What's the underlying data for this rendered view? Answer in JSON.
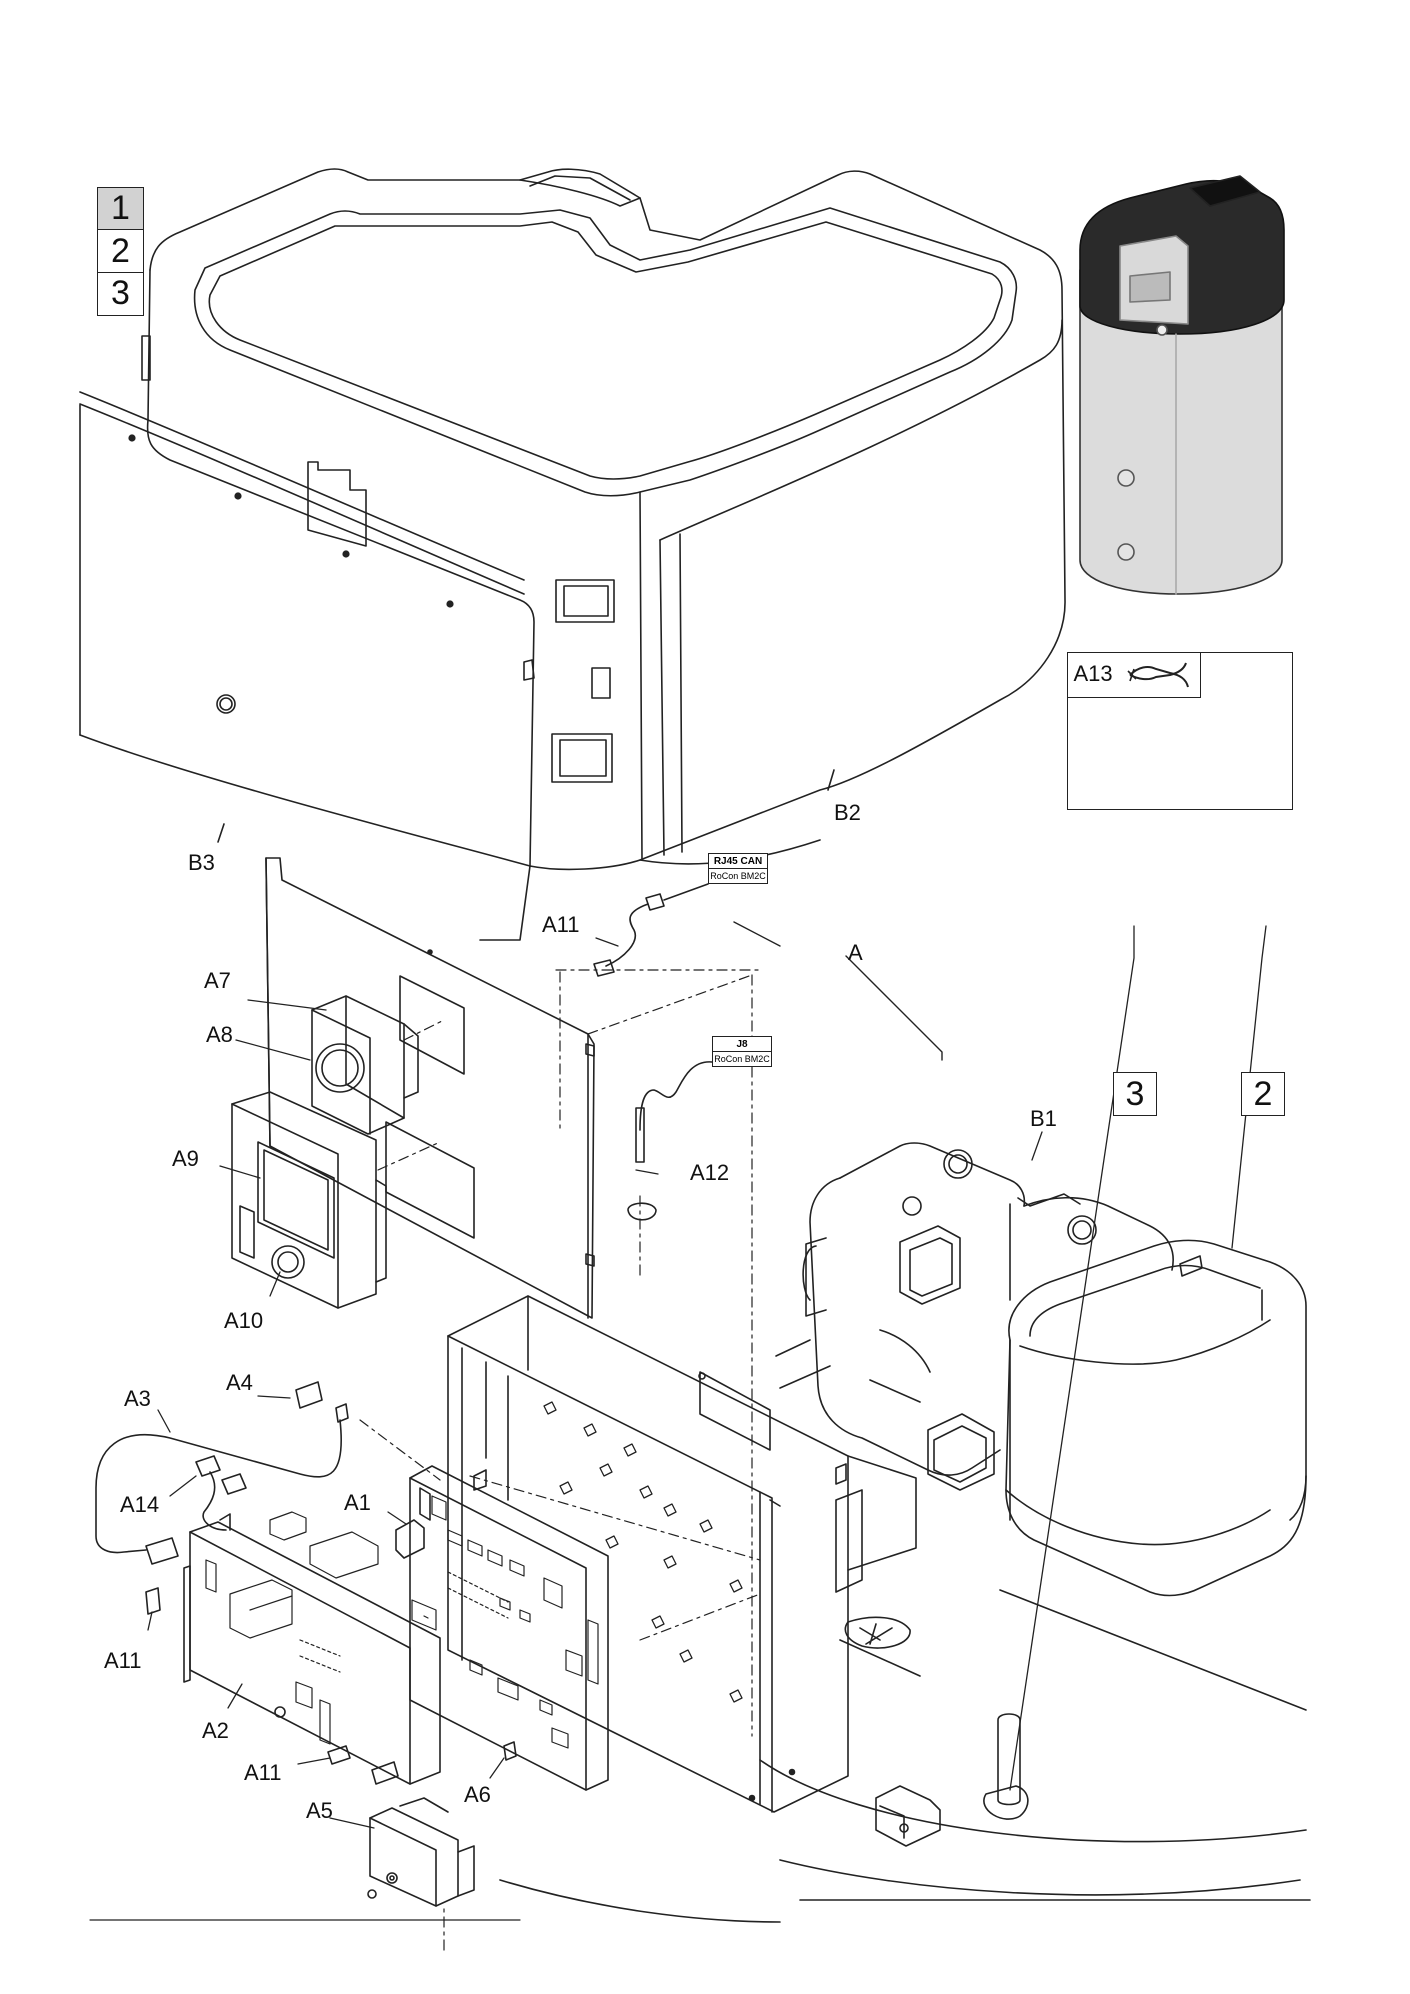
{
  "tabs": [
    "1",
    "2",
    "3"
  ],
  "active_tab": "1",
  "callout_boxes": {
    "box_3": "3",
    "box_2": "2"
  },
  "labels": {
    "B1": "B1",
    "B2": "B2",
    "B3": "B3",
    "A": "A",
    "A1": "A1",
    "A2": "A2",
    "A3": "A3",
    "A4": "A4",
    "A5": "A5",
    "A6": "A6",
    "A7": "A7",
    "A8": "A8",
    "A9": "A9",
    "A10": "A10",
    "A11_top": "A11",
    "A11_left": "A11",
    "A11_bottom": "A11",
    "A12": "A12",
    "A14": "A14"
  },
  "connector_tags": {
    "rj45": {
      "title": "RJ45 CAN",
      "sub": "RoCon BM2C"
    },
    "j8": {
      "title": "J8",
      "sub": "RoCon BM2C"
    }
  },
  "accessory_kit": {
    "label": "A13",
    "tool_icon": "pliers-icon"
  }
}
